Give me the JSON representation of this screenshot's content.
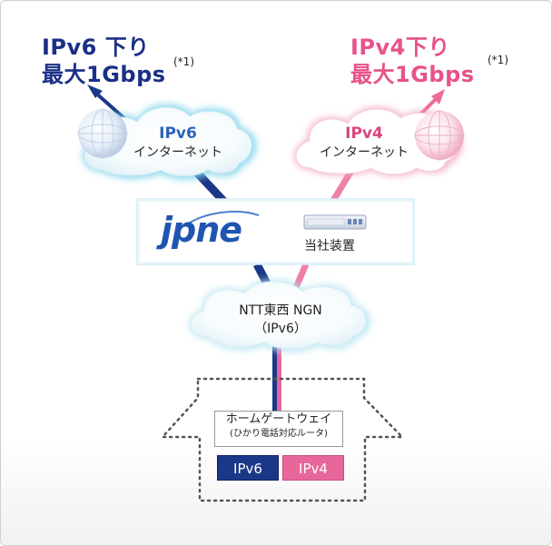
{
  "ipv6_speed": {
    "line1": "IPv6 下り",
    "line2": "最大1Gbps",
    "note": "(*1)"
  },
  "ipv4_speed": {
    "line1": "IPv4下り",
    "line2": "最大1Gbps",
    "note": "(*1)"
  },
  "ipv6_cloud": {
    "title": "IPv6",
    "subtitle": "インターネット"
  },
  "ipv4_cloud": {
    "title": "IPv4",
    "subtitle": "インターネット"
  },
  "provider": {
    "logo_text": "jpne",
    "device_label": "当社装置"
  },
  "ngn_cloud": {
    "title": "NTT東西 NGN",
    "subtitle": "（IPv6）"
  },
  "home_gateway": {
    "title": "ホームゲートウェイ",
    "subtitle": "(ひかり電話対応ルータ)",
    "port_ipv6": "IPv6",
    "port_ipv4": "IPv4"
  },
  "colors": {
    "ipv6": "#1a2f86",
    "ipv4": "#e8528a",
    "cloud_glow": "#7fd3ea",
    "cloud_glow_pink": "#f2a3c2",
    "provider_box_border": "#9fd6e8"
  }
}
